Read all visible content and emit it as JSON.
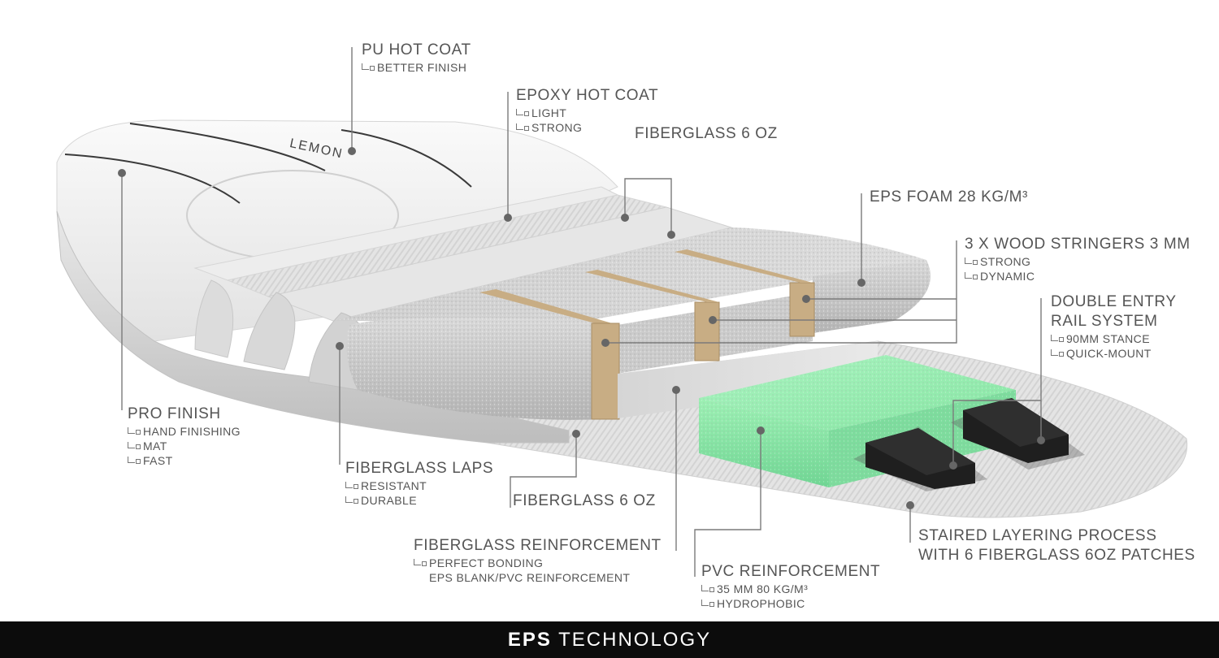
{
  "brand_logo": "LEMON",
  "labels": {
    "pu_hot_coat": {
      "title": "PU HOT COAT",
      "subs": [
        "BETTER FINISH"
      ]
    },
    "epoxy_hot_coat": {
      "title": "EPOXY HOT COAT",
      "subs": [
        "LIGHT",
        "STRONG"
      ]
    },
    "fiberglass_top": {
      "title": "FIBERGLASS 6 OZ",
      "subs": []
    },
    "eps_foam": {
      "title": "EPS FOAM 28 KG/M³",
      "subs": []
    },
    "wood_stringers": {
      "title": "3 X WOOD STRINGERS 3 MM",
      "subs": [
        "STRONG",
        "DYNAMIC"
      ]
    },
    "double_entry": {
      "title_1": "DOUBLE ENTRY",
      "title_2": "RAIL SYSTEM",
      "subs": [
        "90MM STANCE",
        "QUICK-MOUNT"
      ]
    },
    "pro_finish": {
      "title": "PRO FINISH",
      "subs": [
        "HAND FINISHING",
        "MAT",
        "FAST"
      ]
    },
    "fiberglass_laps": {
      "title": "FIBERGLASS LAPS",
      "subs": [
        "RESISTANT",
        "DURABLE"
      ]
    },
    "fiberglass_bottom": {
      "title": "FIBERGLASS 6 OZ",
      "subs": []
    },
    "fiberglass_reinforcement": {
      "title": "FIBERGLASS REINFORCEMENT",
      "subs": [
        "PERFECT BONDING"
      ],
      "sub_2": "EPS BLANK/PVC REINFORCEMENT"
    },
    "pvc_reinforcement": {
      "title": "PVC REINFORCEMENT",
      "subs": [
        "35 MM 80 KG/M³",
        "HYDROPHOBIC"
      ]
    },
    "staired_layering": {
      "title_1": "STAIRED LAYERING PROCESS",
      "title_2": "WITH 6 FIBERGLASS 6OZ PATCHES",
      "subs": []
    }
  },
  "footer": {
    "bold": "EPS",
    "rest": " TECHNOLOGY"
  },
  "colors": {
    "leader": "#7a7a7a",
    "dot": "#666666",
    "foam": "#c8c8c8",
    "wood": "#c8ad84",
    "pvc": "#8ee8a8",
    "footer_bg": "#0c0c0c"
  }
}
